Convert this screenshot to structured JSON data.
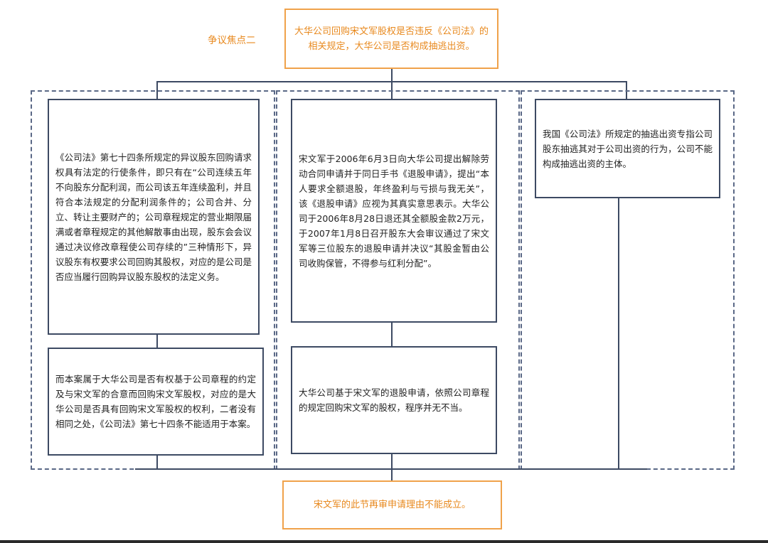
{
  "focus_label": "争议焦点二",
  "top_question": "大华公司回购宋文军股权是否违反《公司法》的相关规定，大华公司是否构成抽逃出资。",
  "columns": [
    {
      "upper": "《公司法》第七十四条所规定的异议股东回购请求权具有法定的行使条件，即只有在“公司连续五年不向股东分配利润，而公司该五年连续盈利，并且符合本法规定的分配利润条件的；公司合并、分立、转让主要财产的；公司章程规定的营业期限届满或者章程规定的其他解散事由出现，股东会会议通过决议修改章程使公司存续的”三种情形下，异议股东有权要求公司回购其股权，对应的是公司是否应当履行回购异议股东股权的法定义务。",
      "lower": "而本案属于大华公司是否有权基于公司章程的约定及与宋文军的合意而回购宋文军股权，对应的是大华公司是否具有回购宋文军股权的权利，二者没有相同之处，《公司法》第七十四条不能适用于本案。"
    },
    {
      "upper": "宋文军于2006年6月3日向大华公司提出解除劳动合同申请并于同日手书《退股申请》，提出“本人要求全额退股，年终盈利与亏损与我无关”，该《退股申请》应视为其真实意思表示。大华公司于2006年8月28日退还其全额股金款2万元，于2007年1月8日召开股东大会审议通过了宋文军等三位股东的退股申请并决议“其股金暂由公司收购保管，不得参与红利分配”。",
      "lower": "大华公司基于宋文军的退股申请，依照公司章程的规定回购宋文军的股权，程序并无不当。"
    },
    {
      "upper": "我国《公司法》所规定的抽逃出资专指公司股东抽逃其对于公司出资的行为，公司不能构成抽逃出资的主体。"
    }
  ],
  "conclusion": "宋文军的此节再审申请理由不能成立。",
  "colors": {
    "accent": "#e8891e",
    "box_border": "#3d4a63",
    "dash": "#5a6886"
  }
}
